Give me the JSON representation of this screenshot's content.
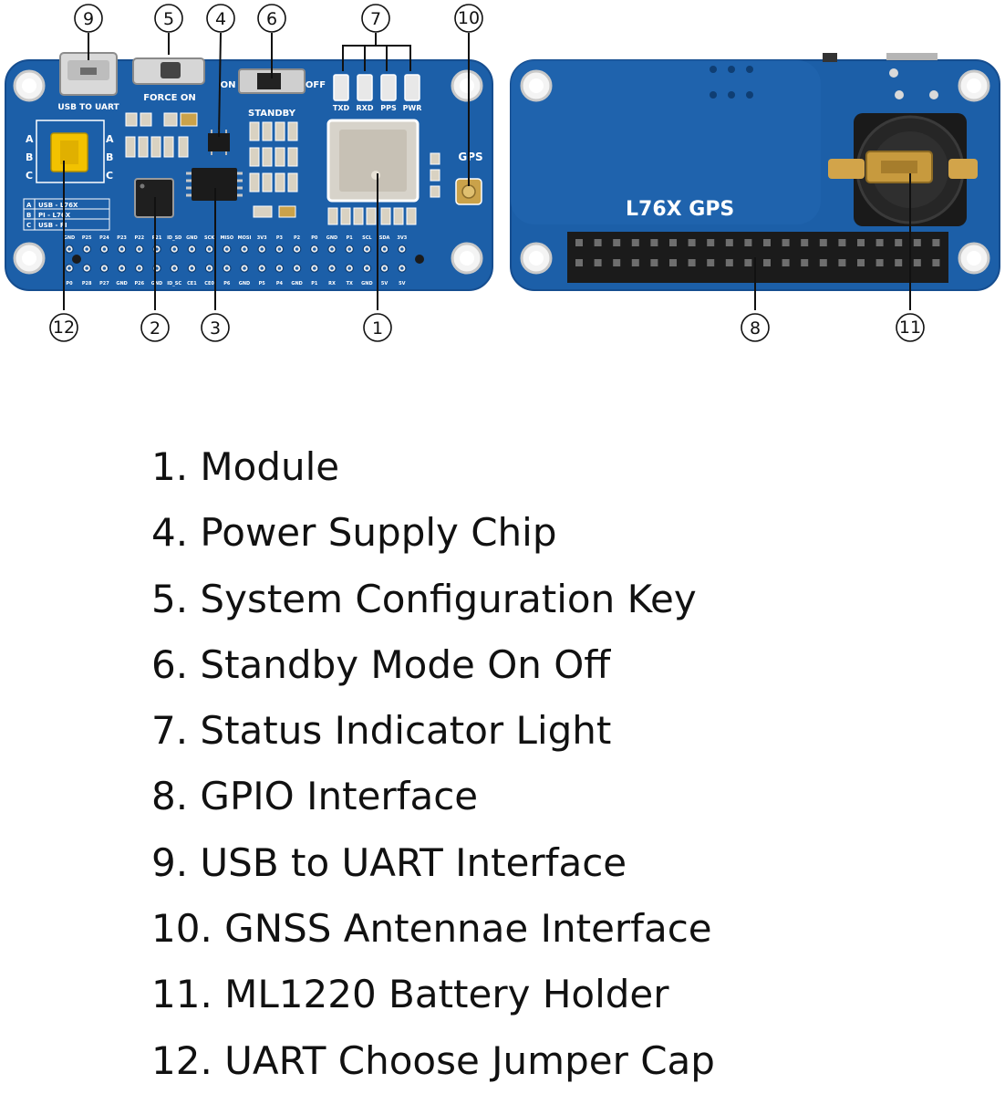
{
  "front_board": {
    "usb_label": "USB TO UART",
    "force_on_label": "FORCE ON",
    "on_label": "ON",
    "off_label": "OFF",
    "standby_label": "STANDBY",
    "led_labels": [
      "TXD",
      "RXD",
      "PPS",
      "PWR"
    ],
    "gps_label": "GPS",
    "jumper_rows": [
      "A",
      "B",
      "C"
    ],
    "jumper_table": [
      "USB - L76X",
      "PI - L76X",
      "USB - PI"
    ],
    "pin_labels_top": [
      "GND",
      "P25",
      "P24",
      "P23",
      "P22",
      "P21",
      "ID_SD",
      "GND",
      "SCK",
      "MISO",
      "MOSI",
      "3V3",
      "P3",
      "P2",
      "P0",
      "GND",
      "P1",
      "SCL",
      "SDA",
      "3V3"
    ],
    "pin_labels_bottom": [
      "P0",
      "P28",
      "P27",
      "GND",
      "P26",
      "GND",
      "ID_SC",
      "CE1",
      "CE0",
      "P6",
      "GND",
      "P5",
      "P4",
      "GND",
      "P1",
      "RX",
      "TX",
      "GND",
      "5V",
      "5V"
    ]
  },
  "back_board": {
    "label": "L76X GPS"
  },
  "callouts": [
    {
      "id": "12",
      "label": "12"
    },
    {
      "id": "9",
      "label": "9"
    },
    {
      "id": "5",
      "label": "5"
    },
    {
      "id": "4",
      "label": "4"
    },
    {
      "id": "6",
      "label": "6"
    },
    {
      "id": "7",
      "label": "7"
    },
    {
      "id": "10",
      "label": "10"
    },
    {
      "id": "2",
      "label": "2"
    },
    {
      "id": "3",
      "label": "3"
    },
    {
      "id": "1",
      "label": "1"
    },
    {
      "id": "8",
      "label": "8"
    },
    {
      "id": "11",
      "label": "11"
    }
  ],
  "legend": [
    "1. Module",
    "4. Power Supply Chip",
    "5. System Configuration Key",
    "6. Standby Mode On Off",
    "7. Status Indicator Light",
    "8. GPIO Interface",
    "9. USB to UART Interface",
    "10. GNSS Antennae Interface",
    "11. ML1220 Battery Holder",
    "12. UART Choose Jumper Cap"
  ],
  "colors": {
    "pcb_blue": "#1c5fa8",
    "pcb_dark": "#154d8f",
    "silkscreen": "#ffffff",
    "header_black": "#1b1b1b",
    "jumper_yellow": "#f2c200",
    "module_silver": "#cfcac0"
  }
}
